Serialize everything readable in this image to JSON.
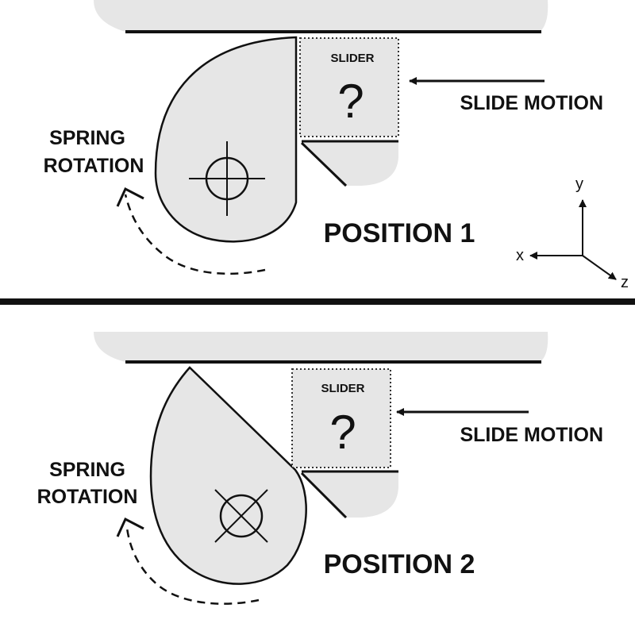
{
  "colors": {
    "part_fill": "#e6e6e6",
    "ink": "#111111",
    "background": "#ffffff"
  },
  "labels": {
    "slider": "SLIDER",
    "unknown_mark": "?",
    "slide_motion": "SLIDE MOTION",
    "spring_rotation_line1": "SPRING",
    "spring_rotation_line2": "ROTATION",
    "axis_x": "x",
    "axis_y": "y",
    "axis_z": "z"
  },
  "positions": [
    {
      "title": "POSITION 1",
      "pivot_marker": "crosshair-circle"
    },
    {
      "title": "POSITION 2",
      "pivot_marker": "x-circle"
    }
  ]
}
